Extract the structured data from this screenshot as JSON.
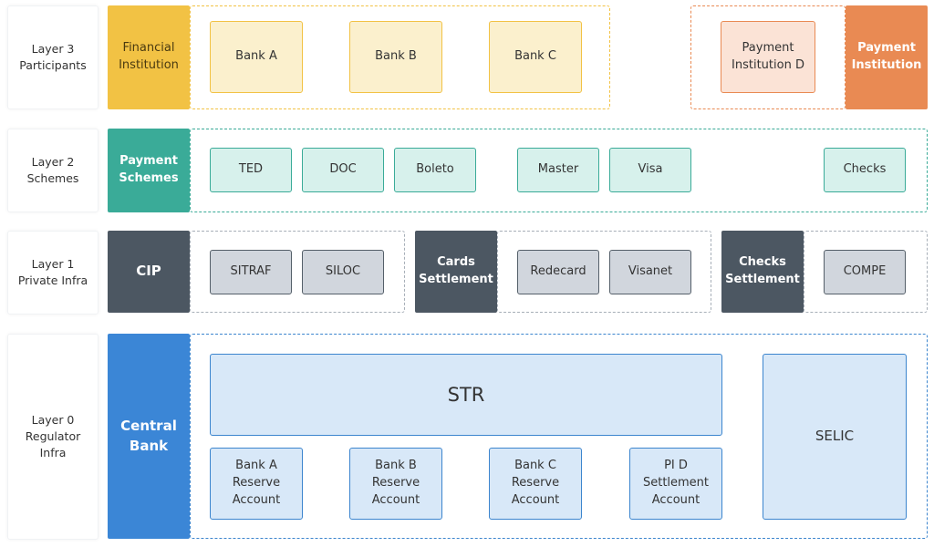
{
  "layers": {
    "layer3": {
      "line1": "Layer 3",
      "line2": "Participants"
    },
    "layer2": {
      "line1": "Layer 2",
      "line2": "Schemes"
    },
    "layer1": {
      "line1": "Layer 1",
      "line2": "Private Infra"
    },
    "layer0": {
      "line1": "Layer 0",
      "line2": "Regulator",
      "line3": "Infra"
    }
  },
  "row3": {
    "financial_institution": {
      "line1": "Financial",
      "line2": "Institution"
    },
    "banks": [
      "Bank A",
      "Bank B",
      "Bank C"
    ],
    "payment_institution_d": {
      "line1": "Payment",
      "line2": "Institution D"
    },
    "payment_institution": {
      "line1": "Payment",
      "line2": "Institution"
    }
  },
  "row2": {
    "payment_schemes": {
      "line1": "Payment",
      "line2": "Schemes"
    },
    "schemes": [
      "TED",
      "DOC",
      "Boleto",
      "Master",
      "Visa",
      "Checks"
    ]
  },
  "row1": {
    "cip": "CIP",
    "cip_items": [
      "SITRAF",
      "SILOC"
    ],
    "cards_settlement": {
      "line1": "Cards",
      "line2": "Settlement"
    },
    "cards_items": [
      "Redecard",
      "Visanet"
    ],
    "checks_settlement": {
      "line1": "Checks",
      "line2": "Settlement"
    },
    "checks_items": [
      "COMPE"
    ]
  },
  "row0": {
    "central_bank": {
      "line1": "Central",
      "line2": "Bank"
    },
    "str": "STR",
    "selic": "SELIC",
    "accounts": [
      {
        "line1": "Bank A",
        "line2": "Reserve",
        "line3": "Account"
      },
      {
        "line1": "Bank B",
        "line2": "Reserve",
        "line3": "Account"
      },
      {
        "line1": "Bank C",
        "line2": "Reserve",
        "line3": "Account"
      },
      {
        "line1": "PI D",
        "line2": "Settlement",
        "line3": "Account"
      }
    ]
  },
  "colors": {
    "yellow": "#f2c244",
    "orange": "#e98a53",
    "teal": "#3aab98",
    "slate": "#4c5762",
    "blue": "#3b86d6"
  }
}
